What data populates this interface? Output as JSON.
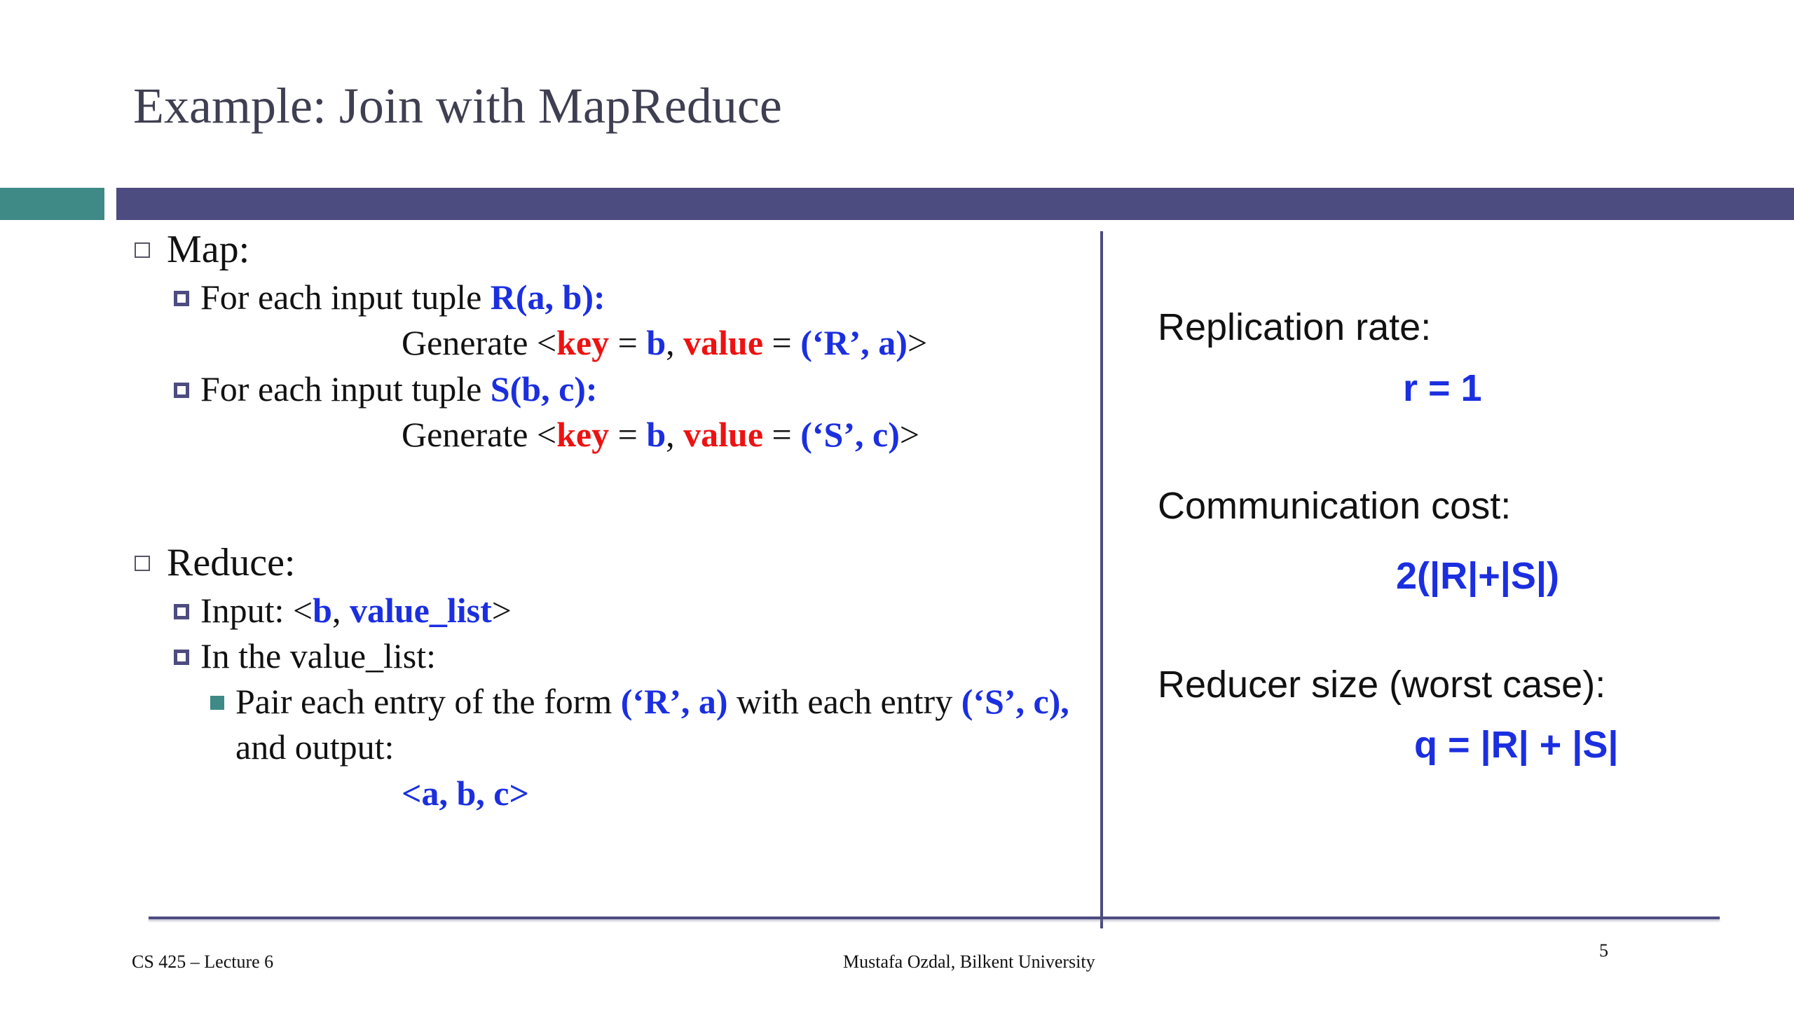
{
  "title": "Example: Join with MapReduce",
  "map": {
    "heading": "Map:",
    "items": [
      {
        "prefix": "For each input tuple ",
        "tuple": "R(a, b):",
        "generate": {
          "word": "Generate <",
          "key": "key",
          "eq1": " = ",
          "b": "b",
          "comma": ", ",
          "value": "value",
          "eq2": " = ",
          "tuple": "(‘R’, a)",
          "close": ">"
        }
      },
      {
        "prefix": "For each input tuple ",
        "tuple": "S(b, c):",
        "generate": {
          "word": "Generate <",
          "key": "key",
          "eq1": " = ",
          "b": "b",
          "comma": ", ",
          "value": "value",
          "eq2": " = ",
          "tuple": "(‘S’, c)",
          "close": ">"
        }
      }
    ]
  },
  "reduce": {
    "heading": "Reduce:",
    "input": {
      "prefix": "Input: <",
      "b": "b",
      "comma": ", ",
      "list": "value_list",
      "close": ">"
    },
    "in_list": "In the value_list:",
    "pair": {
      "p1": "Pair each entry of the form ",
      "t1": "(‘R’, a)",
      "p2": " with each entry ",
      "t2": "(‘S’, c),",
      "line2": "and output:"
    },
    "output": "<a, b, c>"
  },
  "right": {
    "replication_label": "Replication rate:",
    "replication_value": "r = 1",
    "communication_label": "Communication cost:",
    "communication_value": "2(|R|+|S|)",
    "reducer_label": "Reducer size (worst case):",
    "reducer_value": "q = |R| + |S|"
  },
  "footer": {
    "left": "CS 425 – Lecture 6",
    "center": "Mustafa Ozdal, Bilkent University",
    "page": "5"
  },
  "colors": {
    "bar": "#4d4c80",
    "accent": "#3f8a87",
    "red": "#ee1111",
    "blue": "#1b2fe0"
  }
}
